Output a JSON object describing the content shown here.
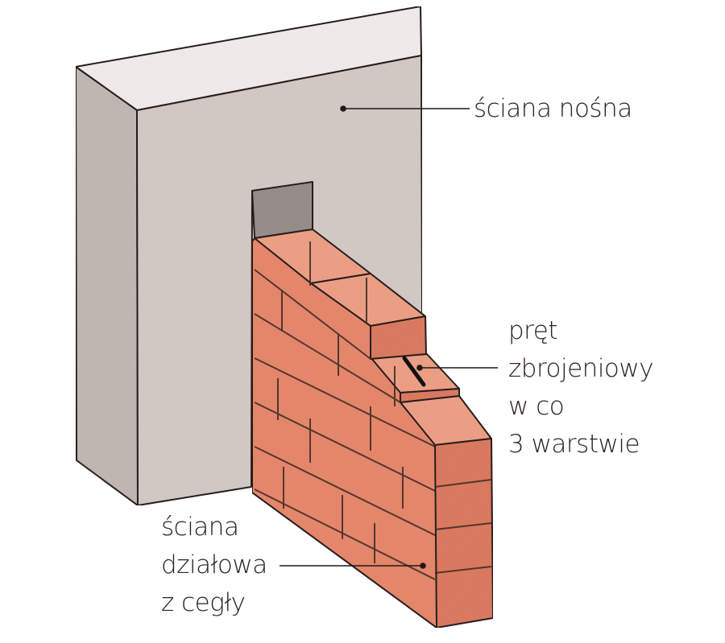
{
  "diagram": {
    "colors": {
      "concrete_front": "#d6ccc8",
      "concrete_side": "#c4bab5",
      "concrete_top": "#f4eeee",
      "concrete_opening": "#9a918d",
      "brick_face": "#e98a6e",
      "brick_top": "#f0a287",
      "brick_side": "#de7d62",
      "outline": "#2b2422",
      "leader": "#1e1a18"
    },
    "labels": {
      "load_bearing_wall": {
        "text": "ściana nośna"
      },
      "rebar": {
        "lines": [
          "pręt",
          "zbrojeniowy",
          "w co",
          "3 warstwie"
        ]
      },
      "partition_wall": {
        "lines": [
          "ściana",
          "działowa",
          "z cegły"
        ]
      }
    }
  }
}
